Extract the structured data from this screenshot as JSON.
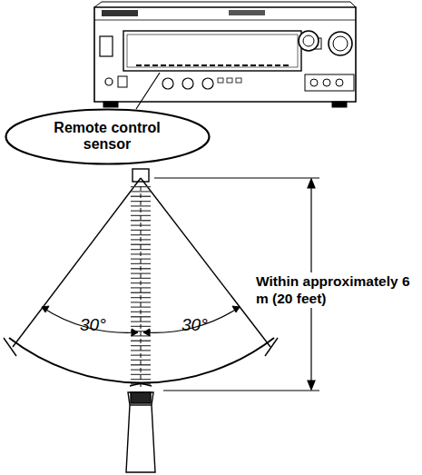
{
  "diagram": {
    "nodes": [
      {
        "text": [
          "Remote control sensor"
        ]
      }
    ],
    "labels": [
      "30°",
      "30°",
      "Within approximately 6 m (20 feet)"
    ]
  }
}
